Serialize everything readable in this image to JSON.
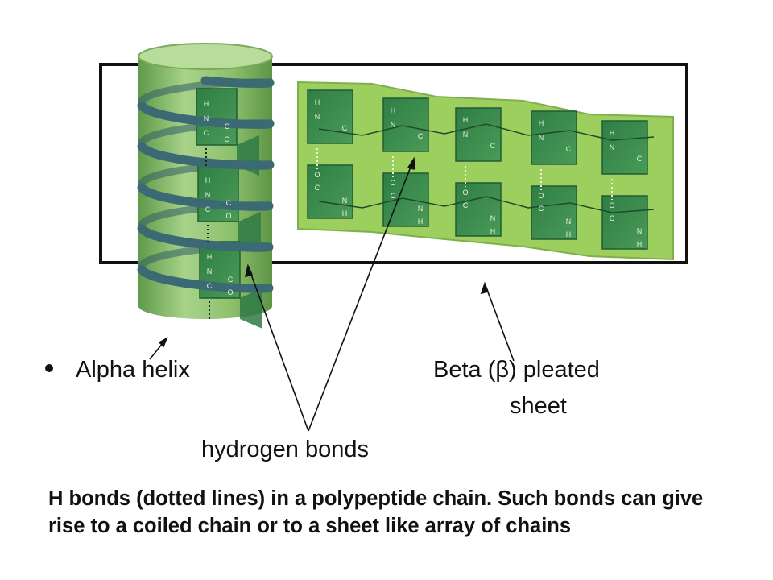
{
  "labels": {
    "alpha_helix": "Alpha helix",
    "beta_sheet_line1": "Beta (β) pleated",
    "beta_sheet_line2": "sheet",
    "hydrogen_bonds": "hydrogen bonds"
  },
  "caption": "H bonds (dotted lines) in a polypeptide chain.  Such bonds can give rise to a coiled chain or to a sheet like array of chains",
  "atoms": {
    "carbon": "C",
    "nitrogen": "N",
    "oxygen": "O",
    "hydrogen": "H"
  },
  "colors": {
    "cylinder": "#8fbf6a",
    "sheet_background": "#9ccf5e",
    "plane_fill": "#3a8a4c",
    "ribbon": "#3c6a74",
    "frame": "#111111"
  }
}
